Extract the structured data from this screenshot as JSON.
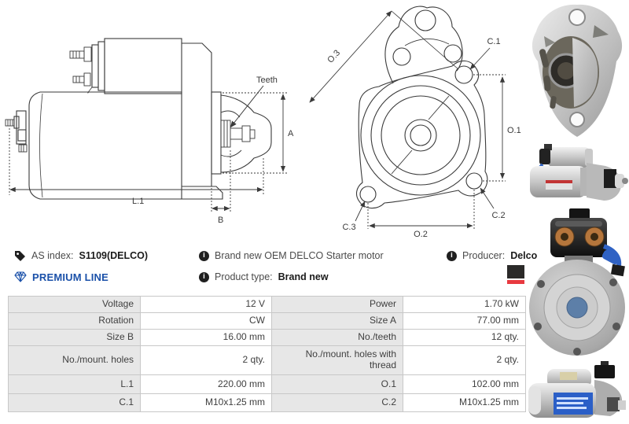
{
  "drawings": {
    "side_view": {
      "labels": {
        "teeth": "Teeth",
        "dim_a": "A",
        "dim_l1": "L.1",
        "dim_b": "B"
      }
    },
    "front_view": {
      "labels": {
        "dim_o3": "O.3",
        "dim_c1": "C.1",
        "dim_o1": "O.1",
        "dim_c2": "C.2",
        "dim_c3": "C.3",
        "dim_o2": "O.2"
      }
    }
  },
  "info": {
    "as_index_label": "AS index:",
    "as_index_value": "S1109(DELCO)",
    "premium_line": "PREMIUM LINE",
    "description": "Brand new OEM DELCO Starter motor",
    "product_type_label": "Product type:",
    "product_type_value": "Brand new",
    "producer_label": "Producer:",
    "producer_value": "Delco"
  },
  "icons": {
    "info_glyph": "i",
    "tag": "tag-icon",
    "diamond": "diamond-icon",
    "info": "info-icon"
  },
  "colors": {
    "premium_blue": "#1b51a9",
    "logo_black": "#2b2a29",
    "logo_red": "#e8393f",
    "table_label_bg": "#e7e7e7",
    "table_border": "#c8c8c8",
    "drawing_stroke": "#3a3a3a"
  },
  "photos": [
    {
      "name": "drive-end-flange-front-photo"
    },
    {
      "name": "starter-motor-side-photo"
    },
    {
      "name": "starter-motor-rear-solenoid-photo"
    },
    {
      "name": "starter-motor-side-label-photo"
    }
  ],
  "spec_table": {
    "rows": [
      {
        "l1": "Voltage",
        "v1": "12 V",
        "l2": "Power",
        "v2": "1.70 kW"
      },
      {
        "l1": "Rotation",
        "v1": "CW",
        "l2": "Size A",
        "v2": "77.00 mm"
      },
      {
        "l1": "Size B",
        "v1": "16.00 mm",
        "l2": "No./teeth",
        "v2": "12 qty."
      },
      {
        "l1": "No./mount. holes",
        "v1": "2 qty.",
        "l2": "No./mount. holes with thread",
        "v2": "2 qty."
      },
      {
        "l1": "L.1",
        "v1": "220.00 mm",
        "l2": "O.1",
        "v2": "102.00 mm"
      },
      {
        "l1": "C.1",
        "v1": "M10x1.25 mm",
        "l2": "C.2",
        "v2": "M10x1.25 mm"
      }
    ]
  }
}
